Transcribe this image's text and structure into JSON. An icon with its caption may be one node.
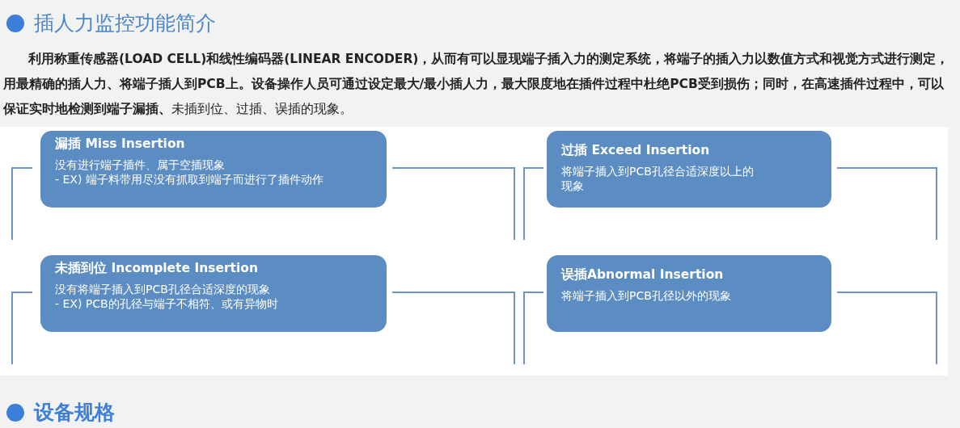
{
  "diagram": {
    "title": "插人力监控功能简介",
    "nodes": [
      {
        "text": [
          "漏插 Miss Insertion",
          "没有进行端子插件、属于空插现象",
          "- EX) 端子料带用尽没有抓取到端子而进行了插件动作"
        ]
      },
      {
        "text": [
          "过插 Exceed Insertion",
          "将端子插入到PCB孔径合适深度以上的现象"
        ]
      },
      {
        "text": [
          "未插到位 Incomplete Insertion",
          "没有将端子插入到PCB孔径合适深度的现象",
          "- EX) PCB的孔径与端子不相符、或有异物时"
        ]
      },
      {
        "text": [
          "误插Abnormal Insertion",
          "将端子插入到PCB孔径以外的现象"
        ]
      }
    ],
    "labels": [
      "**利用称重传感器(LOAD CELL)和线性编码器(LINEAR ENCODER)，从而有可以显现端子插入力的测定系统，将端子的插入力以数值方式和视觉方式进行测定，用最精确的插人力、将端子插人到PCB上。设备操作人员可通过设定最大/最小插人力，最大限度地在插件过程中杜绝PCB受到损伤；同时，在高速插件过程中，可以保证实时地检测到端子漏插、**未插到位、过插、误插的现象。",
      "设备规格"
    ]
  }
}
